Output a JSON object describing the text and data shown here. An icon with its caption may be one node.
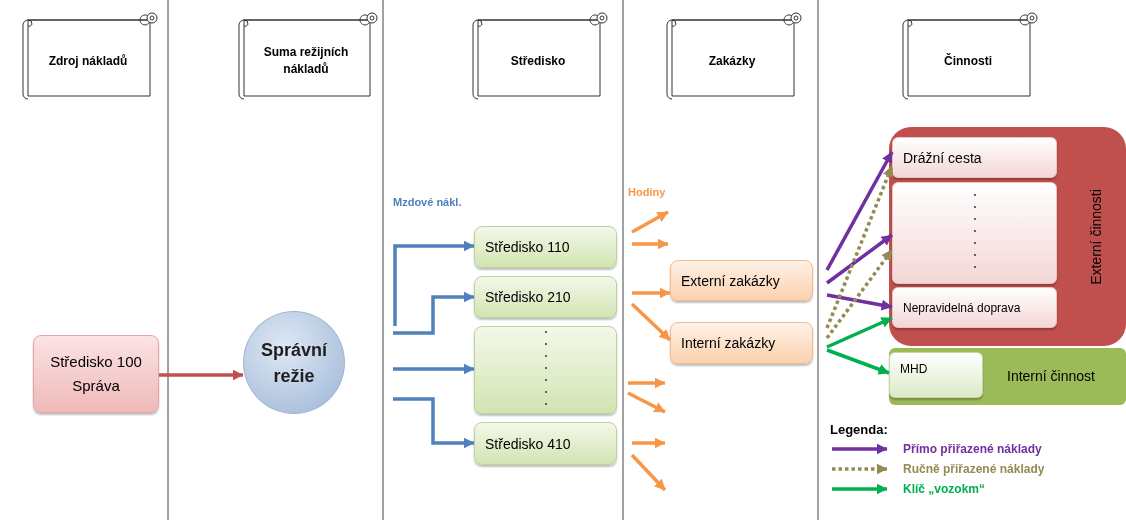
{
  "diagram": {
    "nodes": [
      {
        "text": [
          "Zdroj nákladů"
        ]
      },
      {
        "text": [
          "Suma režijních nákladů"
        ]
      },
      {
        "text": [
          "Středisko"
        ]
      },
      {
        "text": [
          "Zakázky"
        ]
      },
      {
        "text": [
          "Činnosti"
        ]
      },
      {
        "text": [
          "Středisko 100 Správa"
        ]
      },
      {
        "text": [
          "Správní režie"
        ]
      },
      {
        "text": [
          "Středisko 110"
        ]
      },
      {
        "text": [
          "Středisko 210"
        ]
      },
      {
        "text": [],
        "shape": "box"
      },
      {
        "text": [
          "Středisko 410"
        ]
      },
      {
        "text": [
          "Externí zakázky"
        ]
      },
      {
        "text": [
          "Interní zakázky"
        ]
      },
      {
        "text": [
          "Externí činnosti"
        ]
      },
      {
        "text": [
          "Drážní cesta"
        ],
        "in": 13
      },
      {
        "text": [],
        "shape": "box",
        "in": 13
      },
      {
        "text": [
          "Nepravidelná doprava"
        ],
        "in": 13
      },
      {
        "text": [
          "Interní činnost"
        ]
      },
      {
        "text": [
          "MHD"
        ],
        "in": 17
      }
    ],
    "edges": [
      {
        "from": 5,
        "to": 6,
        "arrow": "to",
        "color": "#c0504d"
      },
      {
        "from": null,
        "to": 7,
        "arrow": "to",
        "color": "#4f81bd"
      },
      {
        "from": null,
        "to": 8,
        "arrow": "to",
        "color": "#4f81bd"
      },
      {
        "from": null,
        "to": 9,
        "arrow": "to",
        "color": "#4f81bd"
      },
      {
        "from": null,
        "to": 10,
        "arrow": "to",
        "color": "#4f81bd"
      },
      {
        "from": null,
        "to": 11,
        "arrow": "to",
        "color": "#f79646"
      },
      {
        "from": null,
        "to": 12,
        "arrow": "to",
        "color": "#f79646"
      },
      {
        "from": null,
        "to": 14,
        "arrow": "to",
        "color": "#7030a0"
      },
      {
        "from": null,
        "to": 15,
        "arrow": "to",
        "color": "#7030a0"
      },
      {
        "from": null,
        "to": 16,
        "arrow": "to",
        "color": "#7030a0"
      },
      {
        "from": null,
        "to": 14,
        "arrow": "to",
        "style": "dashed",
        "color": "#948a54"
      },
      {
        "from": null,
        "to": 15,
        "arrow": "to",
        "style": "dashed",
        "color": "#948a54"
      },
      {
        "from": null,
        "to": 16,
        "arrow": "to",
        "color": "#00b050"
      },
      {
        "from": null,
        "to": 18,
        "arrow": "to",
        "color": "#00b050"
      }
    ],
    "labels": [
      "Mzdové nákl.",
      "Hodiny",
      "Legenda:"
    ],
    "legend": [
      {
        "text": "Přímo přiřazené náklady"
      },
      {
        "text": "Ručně přiřazené náklady"
      },
      {
        "text": "Klíč „vozokm“"
      }
    ]
  }
}
